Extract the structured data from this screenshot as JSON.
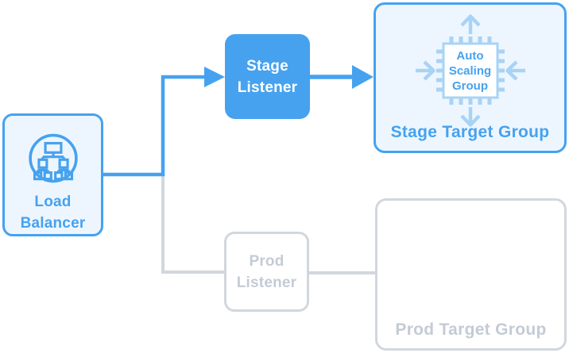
{
  "colors": {
    "accent": "#46a2ef",
    "light_fill": "#edf6fe",
    "pale": "#a9d3f5",
    "gray_border": "#d2d7de",
    "gray_text": "#c4cbd6"
  },
  "diagram": {
    "nodes": {
      "load_balancer": {
        "label": "Load Balancer"
      },
      "stage_listener": {
        "label": "Stage Listener",
        "state": "active"
      },
      "prod_listener": {
        "label": "Prod Listener",
        "state": "inactive"
      },
      "stage_target_group": {
        "label": "Stage Target Group",
        "state": "active",
        "asg": {
          "label": "Auto Scaling Group"
        }
      },
      "prod_target_group": {
        "label": "Prod Target Group",
        "state": "inactive"
      }
    },
    "edges": [
      {
        "from": "load-balancer",
        "to": "stage-listener",
        "state": "active",
        "arrow": true
      },
      {
        "from": "stage-listener",
        "to": "stage-target-group",
        "state": "active",
        "arrow": true
      },
      {
        "from": "load-balancer",
        "to": "prod-listener",
        "state": "inactive",
        "arrow": false
      },
      {
        "from": "prod-listener",
        "to": "prod-target-group",
        "state": "inactive",
        "arrow": false
      }
    ]
  }
}
